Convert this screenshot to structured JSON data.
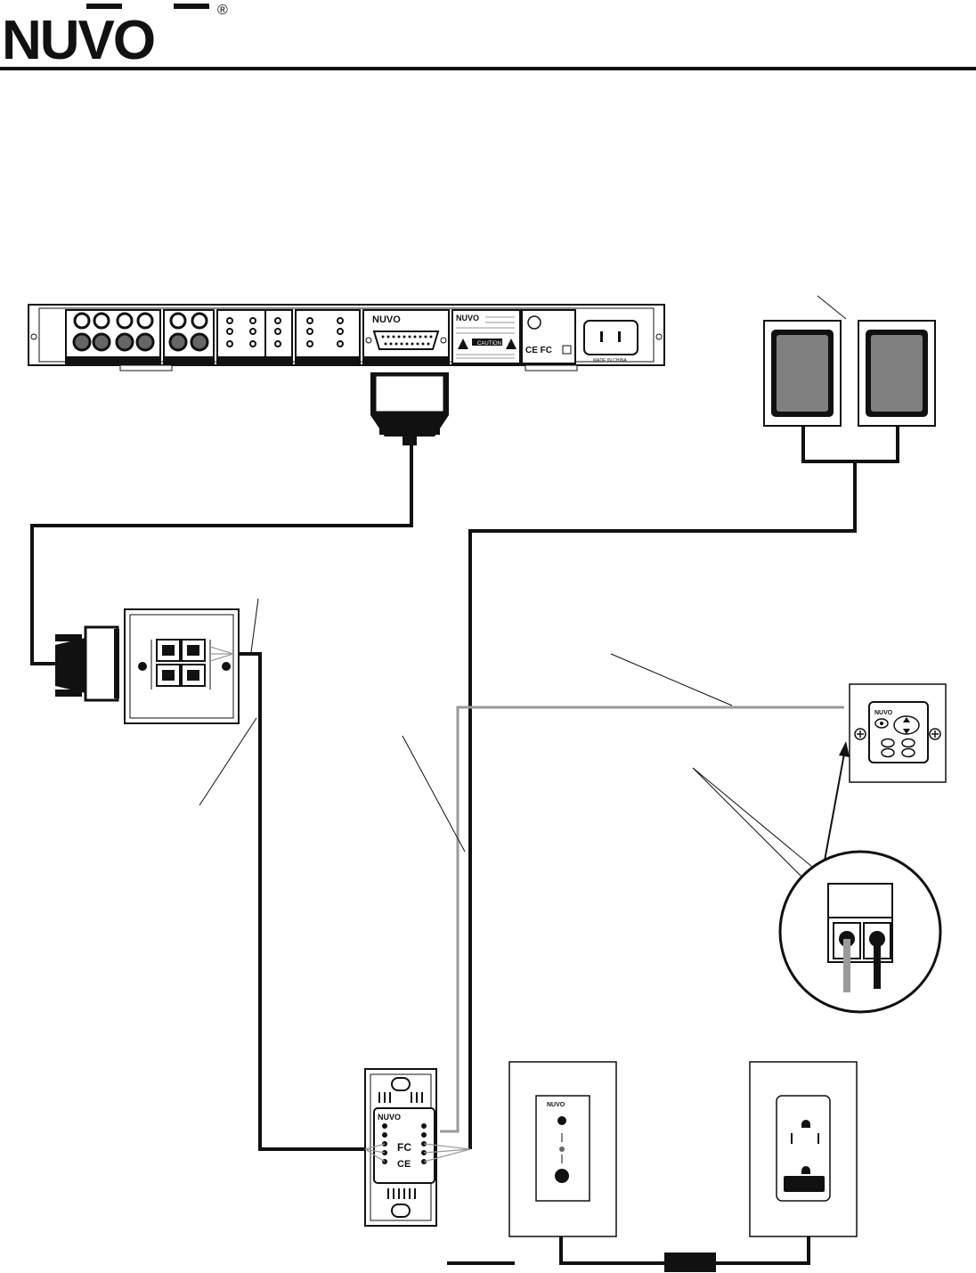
{
  "header": {
    "logo_text": "NUVO",
    "registered_mark": "®"
  },
  "main_unit": {
    "brand": "NUVO",
    "made_in": "MADE IN CHINA",
    "caution": "CAUTION",
    "cert_marks": "CE FC"
  },
  "wall_plate": {
    "brand": "NUVO",
    "cert_fc": "FC",
    "cert_ce": "CE"
  },
  "keypad": {
    "brand": "NUVO"
  },
  "colors": {
    "line": "#111111",
    "gray_wire": "#9a9a9a",
    "speaker_fill": "#808080",
    "panel_fill": "#ffffff"
  }
}
